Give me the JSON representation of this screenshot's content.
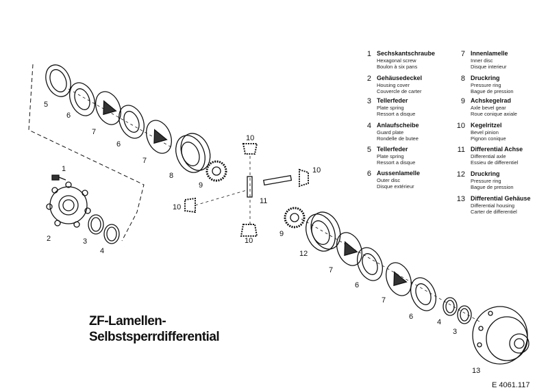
{
  "legend": [
    {
      "num": "1",
      "de": "Sechskantschraube",
      "en": "Hexagonal screw",
      "fr": "Boulon à six pans"
    },
    {
      "num": "2",
      "de": "Gehäusedeckel",
      "en": "Housing cover",
      "fr": "Couvercle de carter"
    },
    {
      "num": "3",
      "de": "Tellerfeder",
      "en": "Plate spring",
      "fr": "Ressort a disque"
    },
    {
      "num": "4",
      "de": "Anlaufscheibe",
      "en": "Guard plate",
      "fr": "Rondelle de butee"
    },
    {
      "num": "5",
      "de": "Tellerfeder",
      "en": "Plate spring",
      "fr": "Ressort a disque"
    },
    {
      "num": "6",
      "de": "Aussenlamelle",
      "en": "Outer disc",
      "fr": "Disque extérieur"
    },
    {
      "num": "7",
      "de": "Innenlamelle",
      "en": "Inner disc",
      "fr": "Disque interieur"
    },
    {
      "num": "8",
      "de": "Druckring",
      "en": "Pressure ring",
      "fr": "Bague de pression"
    },
    {
      "num": "9",
      "de": "Achskegelrad",
      "en": "Axle bevel gear",
      "fr": "Roue conique axiale"
    },
    {
      "num": "10",
      "de": "Kegelritzel",
      "en": "Bevel pinion",
      "fr": "Pignon conique"
    },
    {
      "num": "11",
      "de": "Differential Achse",
      "en": "Differential axle",
      "fr": "Essieu de differentiel"
    },
    {
      "num": "12",
      "de": "Druckring",
      "en": "Pressure ring",
      "fr": "Bague de pression"
    },
    {
      "num": "13",
      "de": "Differential Gehäuse",
      "en": "Differential housing",
      "fr": "Carter de differentiel"
    }
  ],
  "callouts": {
    "c1": "1",
    "c2": "2",
    "c3": "3",
    "c4": "4",
    "c5": "5",
    "c6a": "6",
    "c7a": "7",
    "c6b": "6",
    "c7b": "7",
    "c8": "8",
    "c9a": "9",
    "c10a": "10",
    "c10b": "10",
    "c10c": "10",
    "c10d": "10",
    "c11": "11",
    "c9b": "9",
    "c12": "12",
    "c7c": "7",
    "c6c": "6",
    "c7d": "7",
    "c6d": "6",
    "c4b": "4",
    "c3b": "3",
    "c13": "13"
  },
  "title": {
    "line1": "ZF-Lamellen-",
    "line2": "Selbstsperrdifferential"
  },
  "drawing_number": "E 4061.117"
}
